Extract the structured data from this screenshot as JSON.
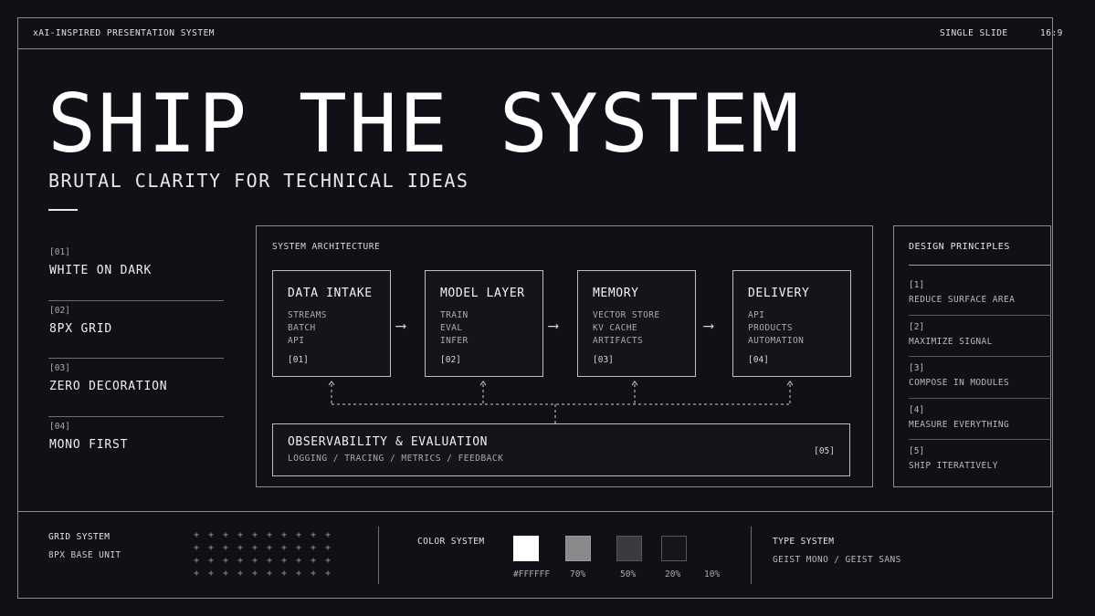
{
  "header": {
    "left": "xAI-INSPIRED PRESENTATION SYSTEM",
    "format": "SINGLE SLIDE",
    "ratio": "16:9"
  },
  "hero": {
    "title": "SHIP THE SYSTEM",
    "subtitle": "BRUTAL CLARITY FOR TECHNICAL IDEAS"
  },
  "principles_left": [
    {
      "num": "[01]",
      "label": "WHITE ON DARK"
    },
    {
      "num": "[02]",
      "label": "8PX GRID"
    },
    {
      "num": "[03]",
      "label": "ZERO DECORATION"
    },
    {
      "num": "[04]",
      "label": "MONO FIRST"
    }
  ],
  "architecture": {
    "title": "SYSTEM ARCHITECTURE",
    "nodes": [
      {
        "title": "DATA INTAKE",
        "items": [
          "STREAMS",
          "BATCH",
          "API"
        ],
        "id": "[01]"
      },
      {
        "title": "MODEL LAYER",
        "items": [
          "TRAIN",
          "EVAL",
          "INFER"
        ],
        "id": "[02]"
      },
      {
        "title": "MEMORY",
        "items": [
          "VECTOR STORE",
          "KV CACHE",
          "ARTIFACTS"
        ],
        "id": "[03]"
      },
      {
        "title": "DELIVERY",
        "items": [
          "API",
          "PRODUCTS",
          "AUTOMATION"
        ],
        "id": "[04]"
      }
    ],
    "arrow_glyph": "⟶",
    "observability": {
      "title": "OBSERVABILITY & EVALUATION",
      "subtitle": "LOGGING / TRACING / METRICS / FEEDBACK",
      "id": "[05]"
    }
  },
  "design_principles": {
    "title": "DESIGN PRINCIPLES",
    "items": [
      {
        "num": "[1]",
        "label": "REDUCE SURFACE AREA"
      },
      {
        "num": "[2]",
        "label": "MAXIMIZE SIGNAL"
      },
      {
        "num": "[3]",
        "label": "COMPOSE IN MODULES"
      },
      {
        "num": "[4]",
        "label": "MEASURE EVERYTHING"
      },
      {
        "num": "[5]",
        "label": "SHIP ITERATIVELY"
      }
    ]
  },
  "footer": {
    "grid": {
      "title": "GRID SYSTEM",
      "subtitle": "8PX BASE UNIT",
      "plus_glyph": "+"
    },
    "color": {
      "title": "COLOR SYSTEM",
      "swatches": [
        {
          "label": "#FFFFFF",
          "color": "#FFFFFF"
        },
        {
          "label": "70%",
          "color": "#8a8a8c"
        },
        {
          "label": "50%",
          "color": "#3a3b3f"
        },
        {
          "label": "20%",
          "color": "#14161a"
        },
        {
          "label": "10%",
          "color": ""
        }
      ]
    },
    "type": {
      "title": "TYPE SYSTEM",
      "subtitle": "GEIST MONO / GEIST SANS"
    }
  }
}
